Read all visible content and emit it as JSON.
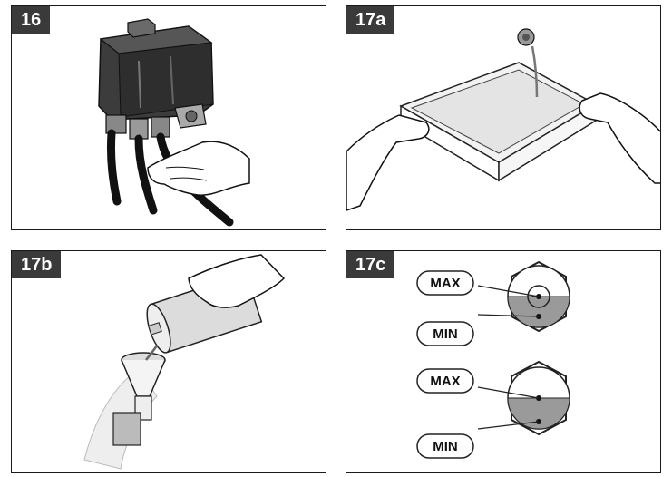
{
  "panels": [
    {
      "id": "16",
      "label": "16"
    },
    {
      "id": "17a",
      "label": "17a"
    },
    {
      "id": "17b",
      "label": "17b"
    },
    {
      "id": "17c",
      "label": "17c"
    }
  ],
  "gauge_labels": {
    "upper_max": "MAX",
    "upper_min": "MIN",
    "lower_max": "MAX",
    "lower_min": "MIN"
  },
  "colors": {
    "label_bg": "#3a3a3a",
    "oil_fill": "#9a9a9a",
    "housing": "#3c3c3c"
  }
}
